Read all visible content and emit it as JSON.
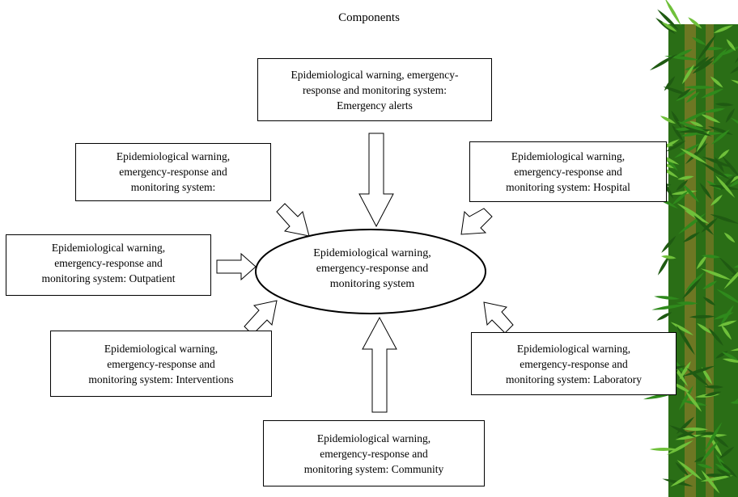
{
  "title": "Components",
  "center": {
    "label": "Epidemiological warning,\nemergency-response and\nmonitoring system"
  },
  "boxes": {
    "top": "Epidemiological warning, emergency-\nresponse and monitoring system:\nEmergency alerts",
    "upper_left": "Epidemiological warning,\nemergency-response and\nmonitoring system:",
    "upper_right": "Epidemiological warning,\nemergency-response and\nmonitoring system: Hospital",
    "left": "Epidemiological warning,\nemergency-response and\nmonitoring system: Outpatient",
    "lower_left": "Epidemiological warning,\nemergency-response and\nmonitoring system: Interventions",
    "lower_right": "Epidemiological warning,\nemergency-response and\nmonitoring system: Laboratory",
    "bottom": "Epidemiological warning,\nemergency-response and\nmonitoring system: Community"
  },
  "colors": {
    "bamboo_dark": "#1f5a12",
    "bamboo_mid": "#2f8a1c",
    "bamboo_light": "#6fc03a",
    "stalk": "#8a7a2a"
  }
}
